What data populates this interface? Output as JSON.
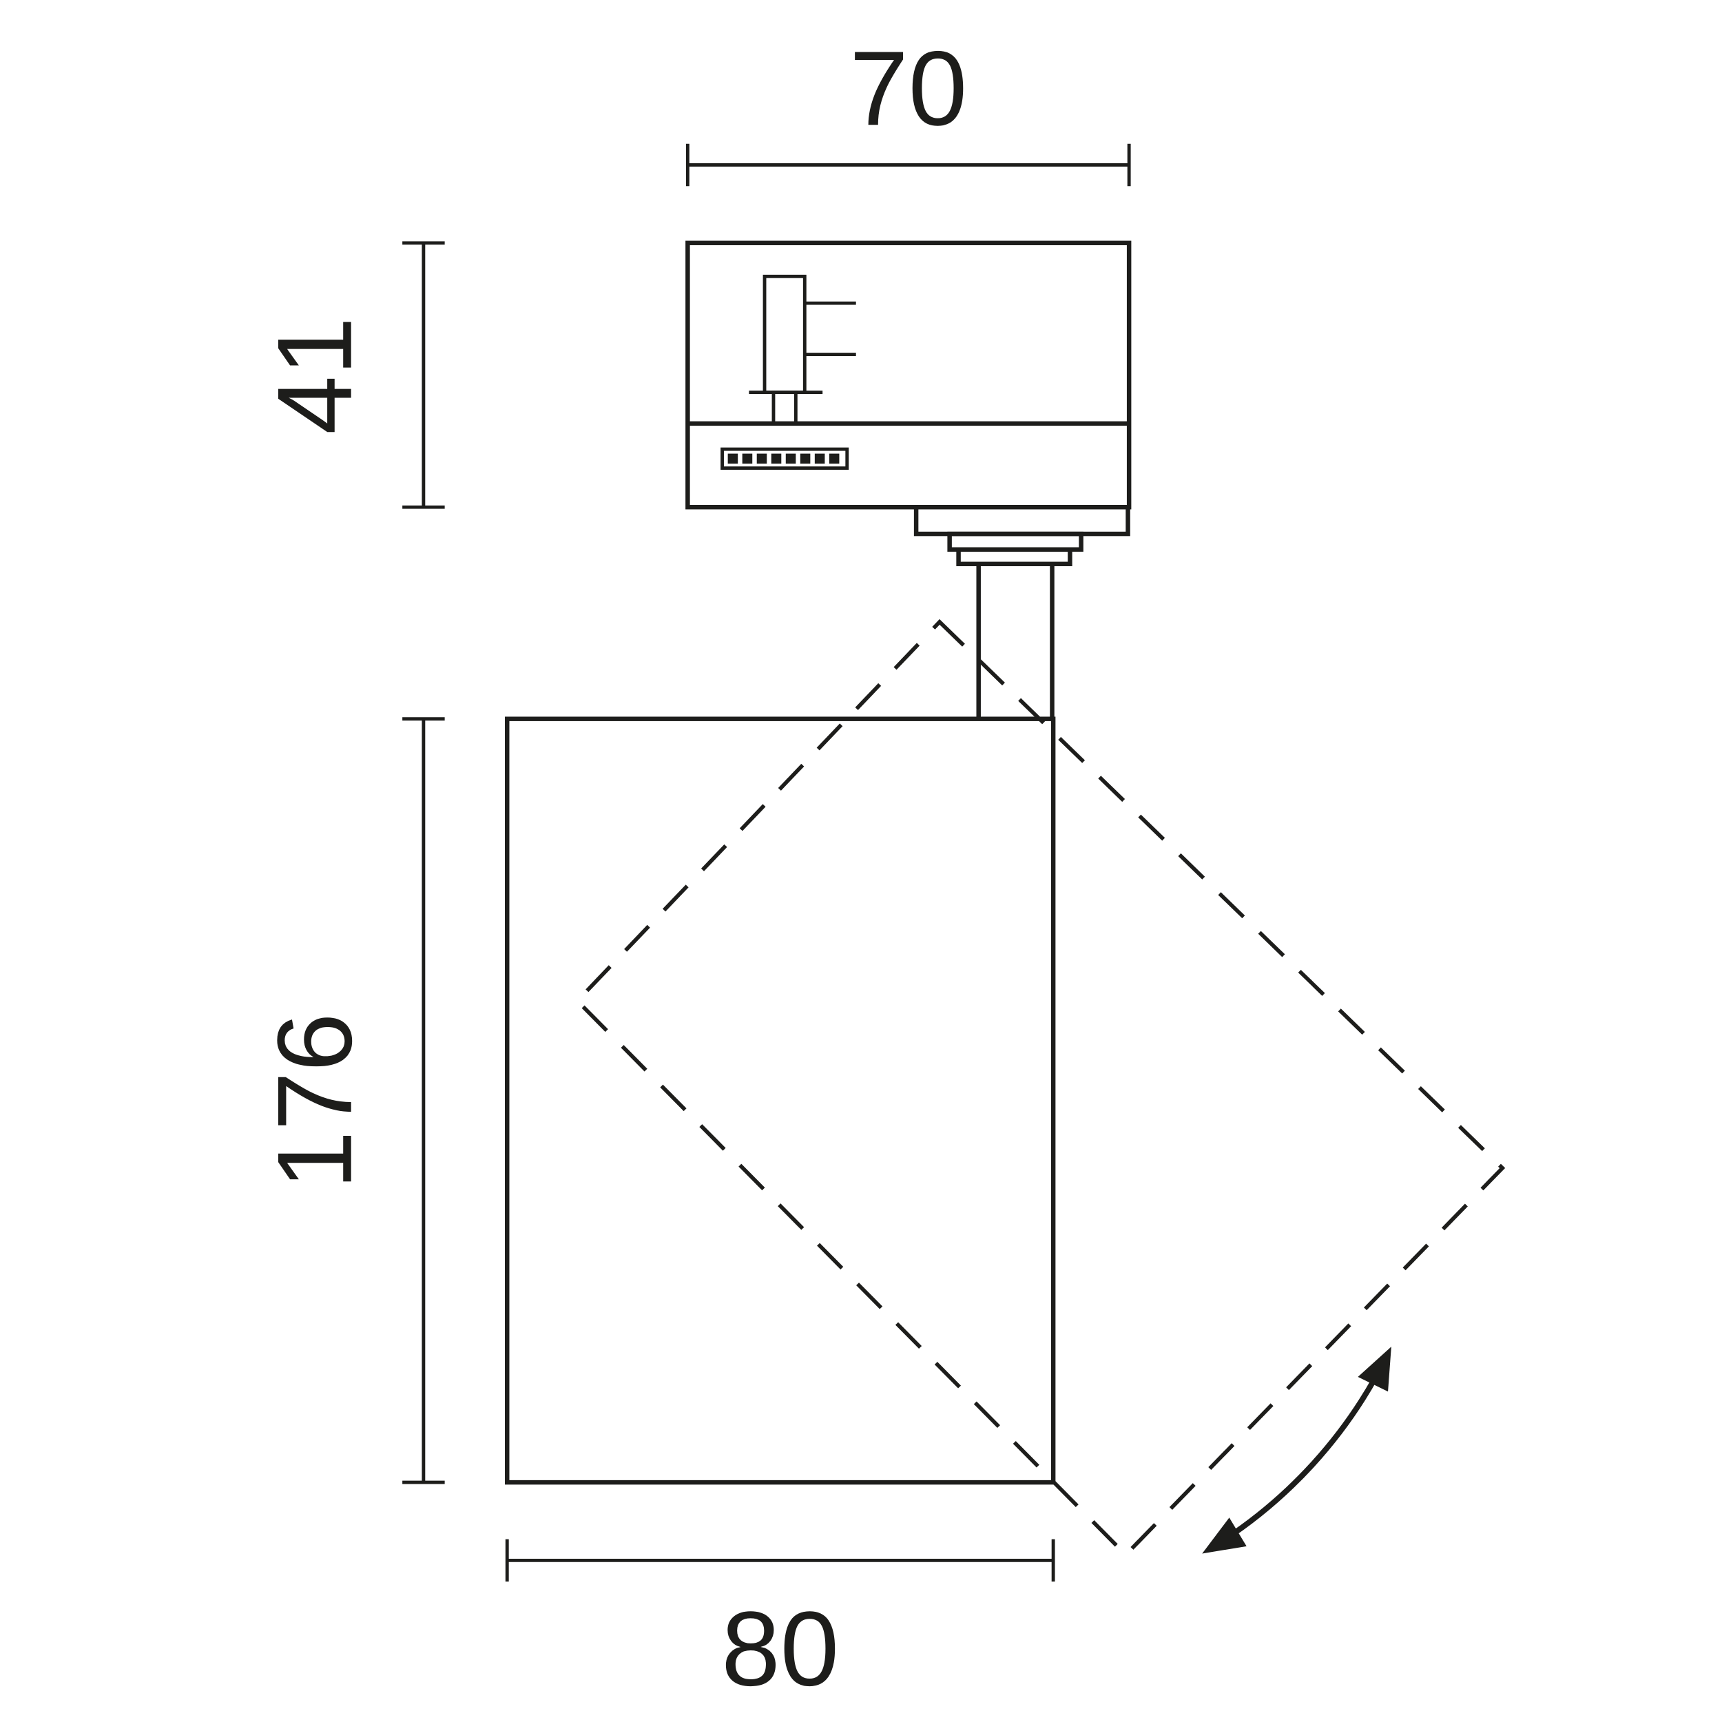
{
  "colors": {
    "line": "#1d1d1b",
    "background": "#ffffff"
  },
  "dimensions": {
    "adapter_width": "70",
    "adapter_height": "41",
    "body_height": "176",
    "body_width": "80"
  }
}
